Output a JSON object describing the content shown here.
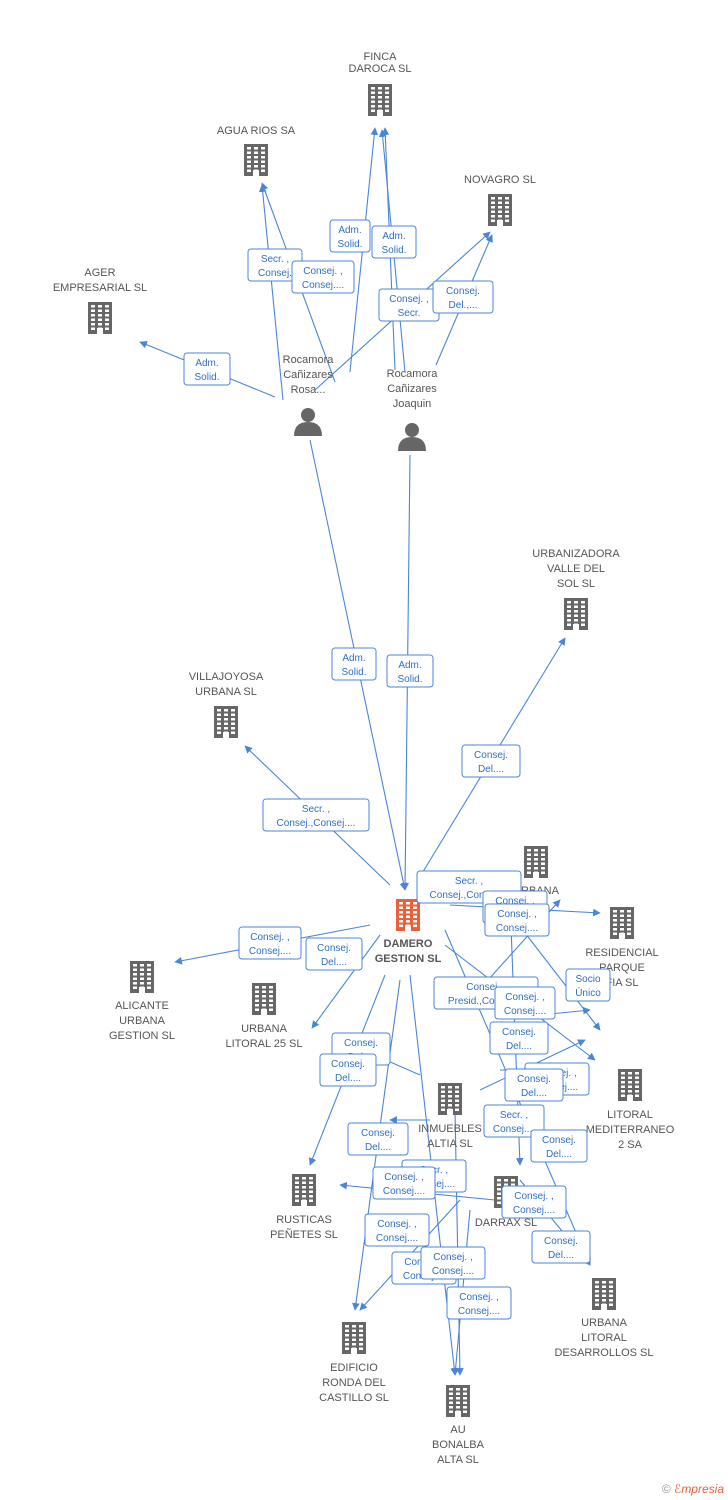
{
  "colors": {
    "edge": "#4a86d8",
    "node": "#666666",
    "main": "#e8603c"
  },
  "nodes": [
    {
      "id": "finca",
      "lines": [
        "FINCA",
        "DAROCA SL"
      ],
      "type": "company"
    },
    {
      "id": "agua",
      "lines": [
        "AGUA RIOS SA"
      ],
      "type": "company"
    },
    {
      "id": "novagro",
      "lines": [
        "NOVAGRO SL"
      ],
      "type": "company"
    },
    {
      "id": "ager",
      "lines": [
        "AGER",
        "EMPRESARIAL SL"
      ],
      "type": "company"
    },
    {
      "id": "rosa",
      "lines": [
        "Rocamora",
        "Cañizares",
        "Rosa..."
      ],
      "type": "person"
    },
    {
      "id": "joaquin",
      "lines": [
        "Rocamora",
        "Cañizares",
        "Joaquin"
      ],
      "type": "person"
    },
    {
      "id": "urbvalle",
      "lines": [
        "URBANIZADORA",
        "VALLE DEL",
        "SOL SL"
      ],
      "type": "company"
    },
    {
      "id": "villajoyosa",
      "lines": [
        "VILLAJOYOSA",
        "URBANA SL"
      ],
      "type": "company"
    },
    {
      "id": "damero",
      "lines": [
        "DAMERO",
        "GESTION SL"
      ],
      "type": "main"
    },
    {
      "id": "urbanaxi",
      "lines": [
        "URBANA",
        "XI SL"
      ],
      "type": "company"
    },
    {
      "id": "residencial",
      "lines": [
        "RESIDENCIAL",
        "PARQUE",
        "FIA SL"
      ],
      "type": "company"
    },
    {
      "id": "alicante",
      "lines": [
        "ALICANTE",
        "URBANA",
        "GESTION SL"
      ],
      "type": "company"
    },
    {
      "id": "litoral25",
      "lines": [
        "URBANA",
        "LITORAL 25 SL"
      ],
      "type": "company"
    },
    {
      "id": "inmuebles",
      "lines": [
        "INMUEBLES",
        "ALTIA SL"
      ],
      "type": "company"
    },
    {
      "id": "litoralmed",
      "lines": [
        "LITORAL",
        "MEDITERRANEO",
        "2 SA"
      ],
      "type": "company"
    },
    {
      "id": "rusticas",
      "lines": [
        "RUSTICAS",
        "PEÑETES SL"
      ],
      "type": "company"
    },
    {
      "id": "darrax",
      "lines": [
        "DARRAX SL"
      ],
      "type": "company"
    },
    {
      "id": "urblitdes",
      "lines": [
        "URBANA",
        "LITORAL",
        "DESARROLLOS SL"
      ],
      "type": "company"
    },
    {
      "id": "edificio",
      "lines": [
        "EDIFICIO",
        "RONDA DEL",
        "CASTILLO SL"
      ],
      "type": "company"
    },
    {
      "id": "bonalba",
      "lines": [
        "AU",
        "BONALBA",
        "ALTA SL"
      ],
      "type": "company"
    }
  ],
  "badges": [
    [
      "Adm.",
      "Solid."
    ],
    [
      "Adm.",
      "Solid."
    ],
    [
      "Secr. ,",
      "Consej."
    ],
    [
      "Consej. ,",
      "Consej...."
    ],
    [
      "Consej. ,",
      "Secr."
    ],
    [
      "Consej.",
      "Del.,..."
    ],
    [
      "Adm.",
      "Solid."
    ],
    [
      "Adm.",
      "Solid."
    ],
    [
      "Adm.",
      "Solid."
    ],
    [
      "Consej.",
      "Del...."
    ],
    [
      "Secr. ,",
      "Consej.,Consej...."
    ],
    [
      "Secr. ,",
      "Consej.,Consej...."
    ],
    [
      "Consej. ,",
      "Consej...."
    ],
    [
      "Consej. ,",
      "Consej...."
    ],
    [
      "Consej. ,",
      "Consej...."
    ],
    [
      "Consej.",
      "Del...."
    ],
    [
      "Socio",
      "Único"
    ],
    [
      "Consej. ,",
      "Presid.,Consej...."
    ],
    [
      "Consej. ,",
      "Consej...."
    ],
    [
      "Consej.",
      "Del...."
    ],
    [
      "Consej.",
      "Del...."
    ],
    [
      "Consej.",
      "Del...."
    ],
    [
      "Consej. ,",
      "Consej...."
    ],
    [
      "Consej.",
      "Del...."
    ],
    [
      "Secr. ,",
      "Consej...."
    ],
    [
      "Consej.",
      "Del...."
    ],
    [
      "Consej.",
      "Del...."
    ],
    [
      "Secr. ,",
      "Consej...."
    ],
    [
      "Consej. ,",
      "Consej...."
    ],
    [
      "Consej. ,",
      "Consej...."
    ],
    [
      "Consej. ,",
      "Consej...."
    ],
    [
      "Consej.",
      "Del...."
    ],
    [
      "Consej. ,",
      "Consej...."
    ],
    [
      "Consej. ,",
      "Consej...."
    ],
    [
      "Consej. ,",
      "Consej...."
    ]
  ],
  "footer": {
    "copyright": "©",
    "brand_initial": "ℰ",
    "brand_rest": "mpresia"
  }
}
